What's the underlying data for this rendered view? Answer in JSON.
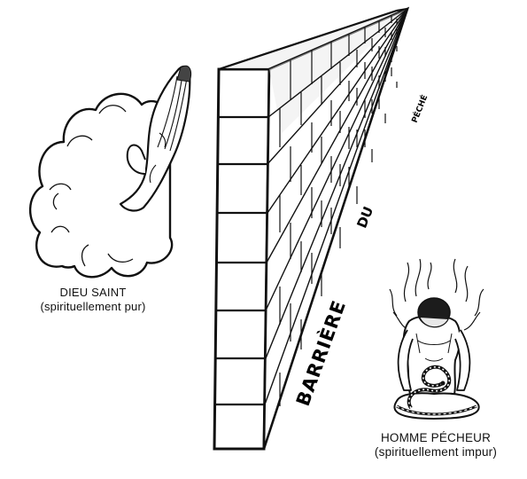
{
  "god": {
    "title": "DIEU SAINT",
    "subtitle": "(spirituellement pur)"
  },
  "man": {
    "title": "HOMME PÉCHEUR",
    "subtitle": "(spirituellement impur)"
  },
  "wall_text": {
    "word1": "BARRIÈRE",
    "word2": "DU",
    "word3": "PÉCHÉ"
  }
}
